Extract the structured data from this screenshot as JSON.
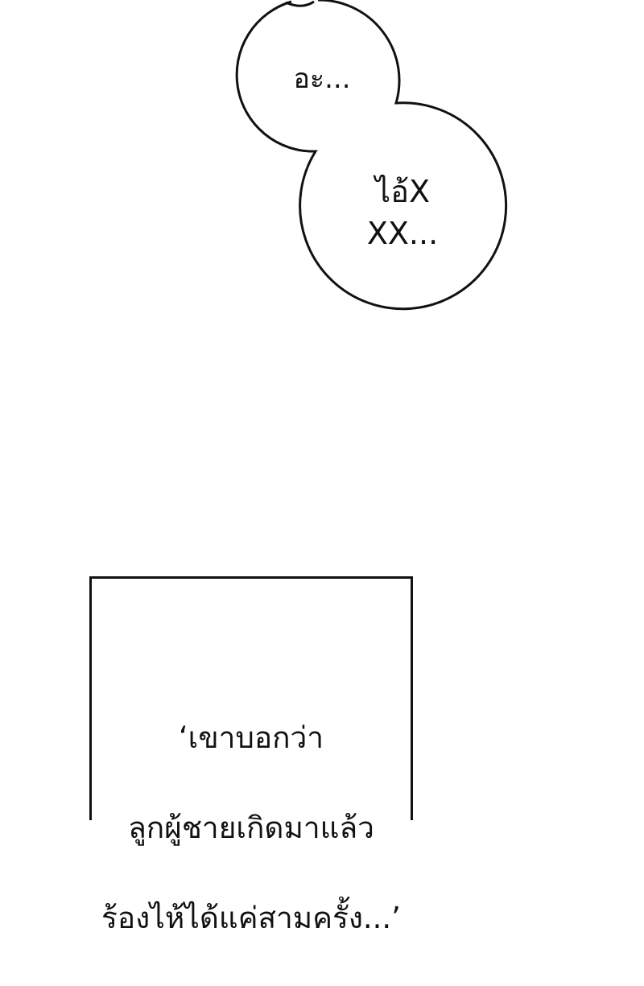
{
  "panel": {
    "background": "#ffffff",
    "speech_bubbles": [
      {
        "text": "อะ..."
      },
      {
        "line1": "ไอ้X",
        "line2": "XX..."
      }
    ],
    "caption": {
      "line1": "‘เขาบอกว่า",
      "line2": "ลูกผู้ชายเกิดมาแล้ว",
      "line3": "ร้องไห้ได้แค่สามครั้ง...’"
    }
  }
}
